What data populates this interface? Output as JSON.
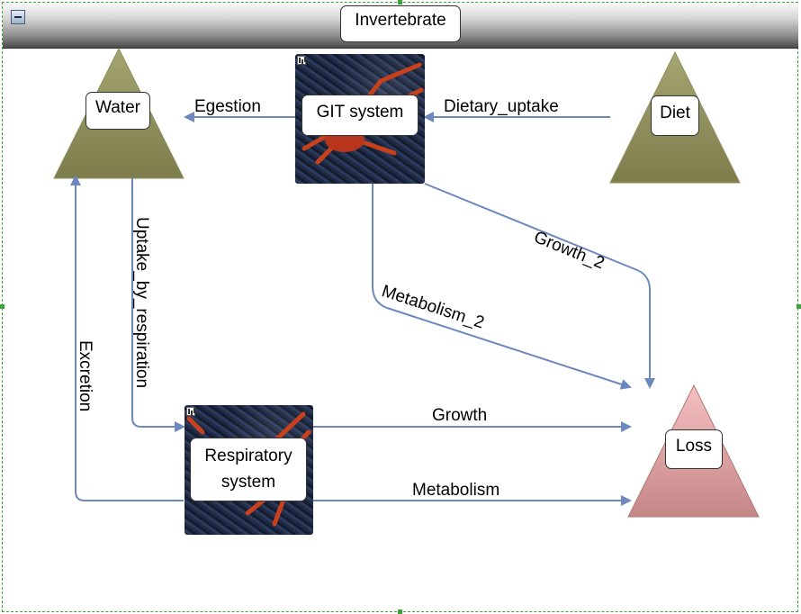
{
  "container": {
    "title": "Invertebrate"
  },
  "stocks": {
    "water": "Water",
    "diet": "Diet",
    "loss": "Loss"
  },
  "modules": {
    "git": "GIT system",
    "respiratory": "Respiratory system"
  },
  "flows": {
    "egestion": "Egestion",
    "dietary_uptake": "Dietary_uptake",
    "growth_2": "Growth_2",
    "metabolism_2": "Metabolism_2",
    "uptake_by_respiration": "Uptake_by_respiration",
    "excretion": "Excretion",
    "growth": "Growth",
    "metabolism": "Metabolism"
  },
  "colors": {
    "arrow": "#6d87bf",
    "stock_green_top": "#a5a571",
    "stock_green_bottom": "#7d7d4c",
    "stock_pink_top": "#f2b8b8",
    "stock_pink_bottom": "#c78989"
  }
}
